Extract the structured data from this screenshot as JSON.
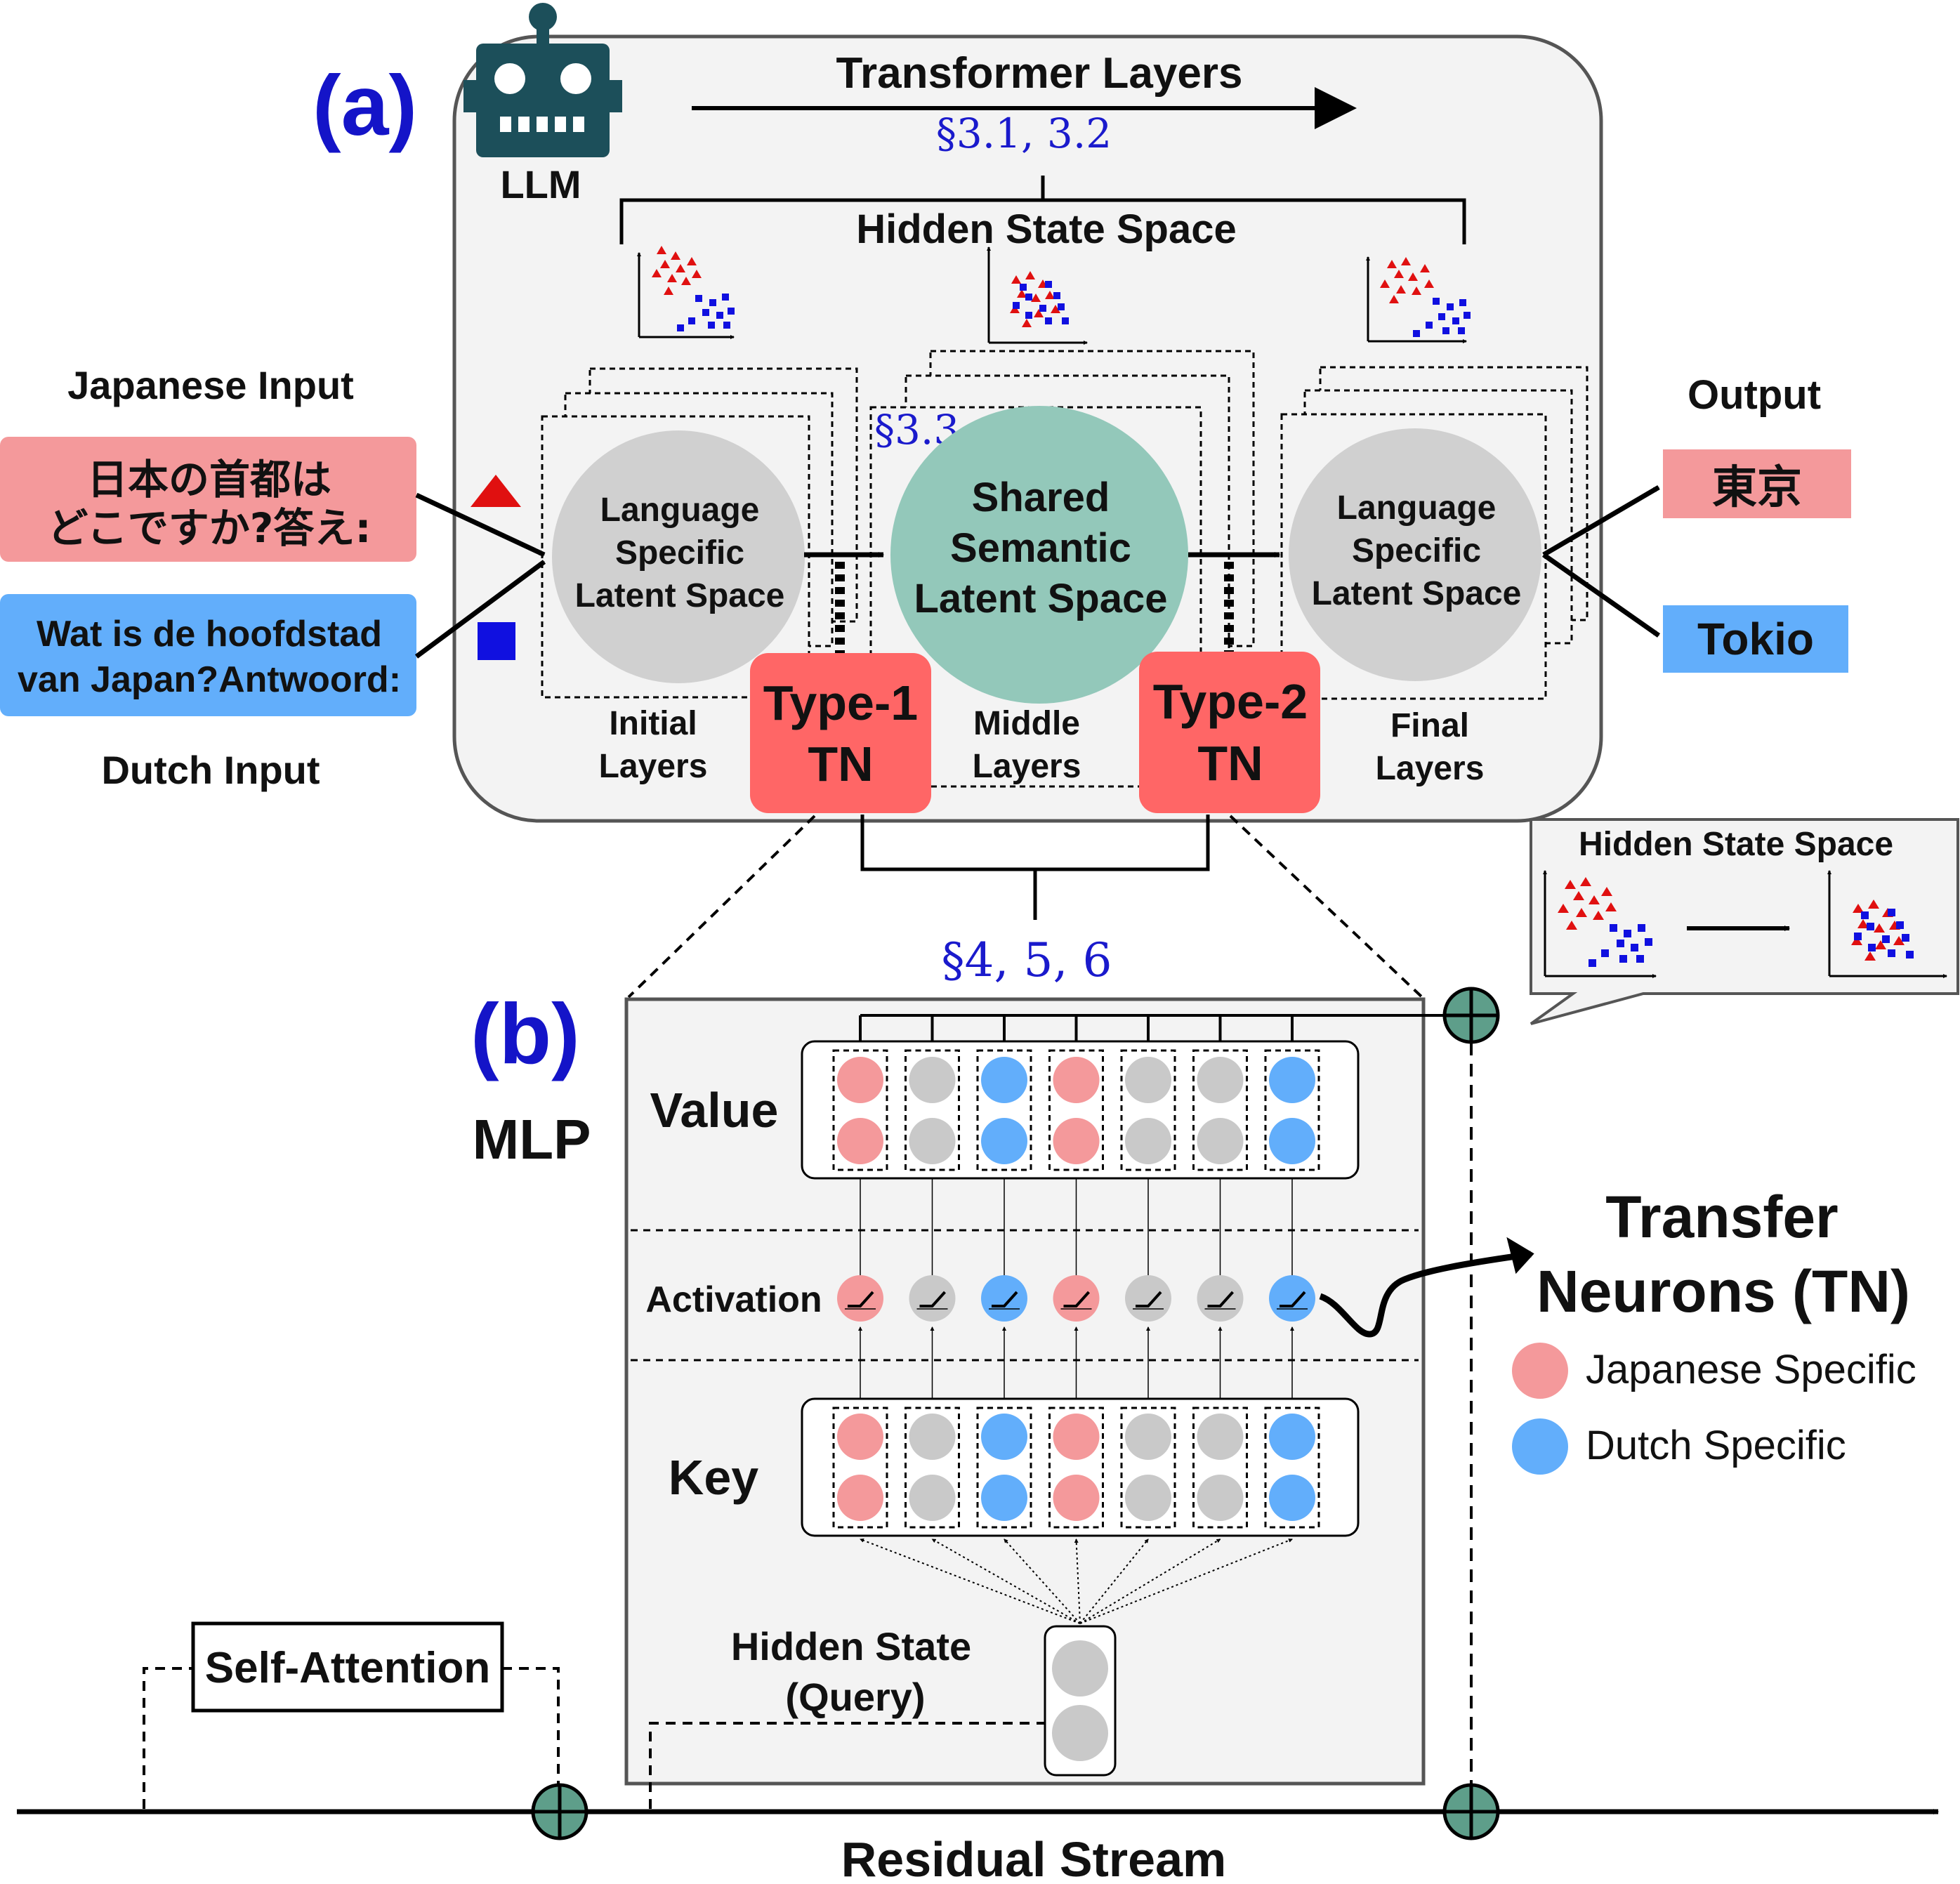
{
  "panel_a": {
    "label": "(a)",
    "llm_label": "LLM",
    "transformer_layers": "Transformer Layers",
    "sec_31_32": "§3.1, 3.2",
    "hidden_state_space": "Hidden State Space",
    "sec_33": "§3.3",
    "japanese_input_label": "Japanese Input",
    "japanese_input_line1": "日本の首都は",
    "japanese_input_line2": "どこですか?答え:",
    "dutch_input_line1": "Wat is de hoofdstad",
    "dutch_input_line2": "van Japan?Antwoord:",
    "dutch_input_label": "Dutch Input",
    "initial_circle": [
      "Language",
      "Specific",
      "Latent Space"
    ],
    "middle_circle": [
      "Shared",
      "Semantic",
      "Latent Space"
    ],
    "final_circle": [
      "Language",
      "Specific",
      "Latent Space"
    ],
    "initial_layers": [
      "Initial",
      "Layers"
    ],
    "middle_layers": [
      "Middle",
      "Layers"
    ],
    "final_layers": [
      "Final",
      "Layers"
    ],
    "type1": [
      "Type-1",
      "TN"
    ],
    "type2": [
      "Type-2",
      "TN"
    ],
    "output_label": "Output",
    "output_ja": "東京",
    "output_nl": "Tokio",
    "sec_456": "§4, 5, 6",
    "callout_title": "Hidden State Space"
  },
  "panel_b": {
    "label": "(b)",
    "mlp": "MLP",
    "value": "Value",
    "activation": "Activation",
    "key": "Key",
    "hidden_state_line1": "Hidden State",
    "hidden_state_line2": "(Query)",
    "neuron_types": [
      "ja",
      "other",
      "nl",
      "ja",
      "other",
      "other",
      "nl"
    ]
  },
  "transfer_neurons": {
    "title_line1": "Transfer",
    "title_line2": "Neurons (TN)",
    "legend_ja": "Japanese Specific",
    "legend_nl": "Dutch Specific"
  },
  "residual": {
    "self_attention": "Self-Attention",
    "residual_stream": "Residual Stream"
  },
  "colors": {
    "japanese": "#f4999b",
    "dutch": "#62aefb",
    "neutral": "#c9c9c9",
    "type_tn": "#ff6666",
    "shared_circle": "#93c8ba",
    "gray_circle": "#d0d0d0",
    "section_blue": "#1a1acc",
    "panel_label_blue": "#1414c8",
    "robot": "#1c4f5a",
    "plus_node": "#5e9e8a"
  }
}
